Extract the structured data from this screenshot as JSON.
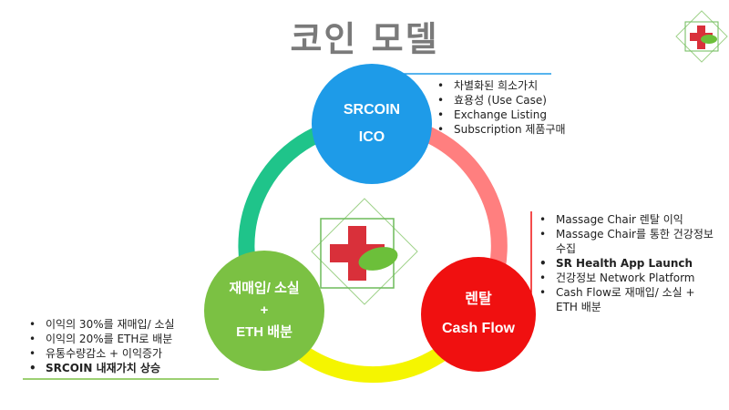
{
  "title": "코인 모델",
  "nodes": {
    "top": {
      "line1": "SRCOIN",
      "line2": "ICO",
      "color": "#1e9be8"
    },
    "right": {
      "line1": "렌탈",
      "line2": "Cash Flow",
      "color": "#f01010"
    },
    "left": {
      "line1": "재매입/ 소실",
      "line2": "+",
      "line3": "ETH 배분",
      "color": "#7bc143"
    }
  },
  "lists": {
    "top": [
      "차별화된 희소가치",
      "효용성 (Use Case)",
      "Exchange Listing",
      "Subscription 제품구매"
    ],
    "right": [
      "Massage Chair 렌탈 이익",
      "Massage Chair를 통한 건강정보 수집",
      "SR Health App Launch",
      "건강정보 Network Platform",
      "Cash Flow로 재매입/ 소실 + ETH 배분"
    ],
    "left": [
      "이익의 30%를 재매입/ 소실",
      "이익의 20%를 ETH로 배분",
      "유통수량감소 + 이익증가",
      "SRCOIN 내재가치 상승"
    ]
  },
  "colors": {
    "ring_green": "#1fc48a",
    "ring_red": "#ff7f7f",
    "ring_yellow": "#f5f500",
    "accent_blue": "#1e9be8"
  }
}
